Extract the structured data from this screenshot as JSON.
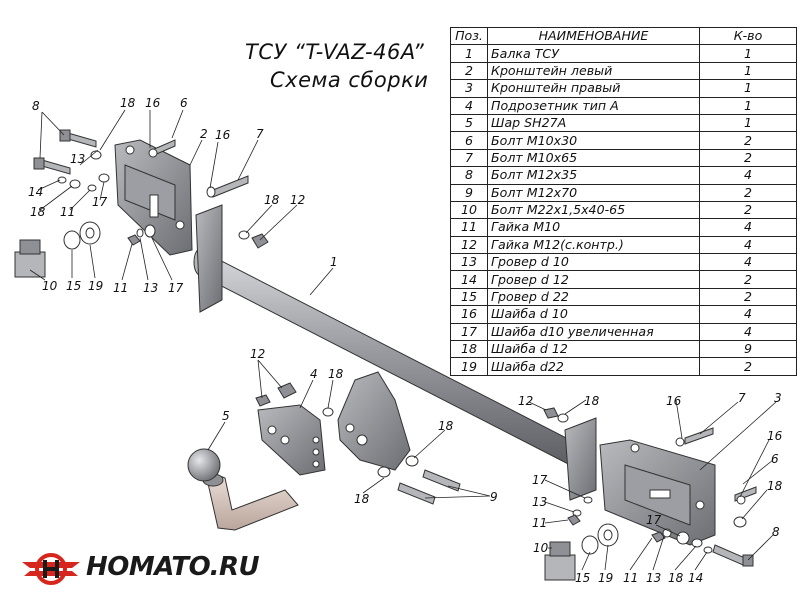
{
  "title": {
    "line1": "ТСУ “T-VAZ-46A”",
    "line2": "Схема сборки"
  },
  "table": {
    "headers": {
      "pos": "Поз.",
      "name": "НАИМЕНОВАНИЕ",
      "qty": "К-во"
    },
    "rows": [
      {
        "pos": "1",
        "name": "Балка ТСУ",
        "qty": "1"
      },
      {
        "pos": "2",
        "name": "Кронштейн левый",
        "qty": "1"
      },
      {
        "pos": "3",
        "name": "Кронштейн правый",
        "qty": "1"
      },
      {
        "pos": "4",
        "name": "Подрозетник тип А",
        "qty": "1"
      },
      {
        "pos": "5",
        "name": "Шар SH27A",
        "qty": "1"
      },
      {
        "pos": "6",
        "name": "Болт М10х30",
        "qty": "2"
      },
      {
        "pos": "7",
        "name": "Болт М10х65",
        "qty": "2"
      },
      {
        "pos": "8",
        "name": "Болт М12х35",
        "qty": "4"
      },
      {
        "pos": "9",
        "name": "Болт М12х70",
        "qty": "2"
      },
      {
        "pos": "10",
        "name": "Болт М22х1,5х40-65",
        "qty": "2"
      },
      {
        "pos": "11",
        "name": "Гайка М10",
        "qty": "4"
      },
      {
        "pos": "12",
        "name": "Гайка М12(с.контр.)",
        "qty": "4"
      },
      {
        "pos": "13",
        "name": "Гровер d 10",
        "qty": "4"
      },
      {
        "pos": "14",
        "name": "Гровер d 12",
        "qty": "2"
      },
      {
        "pos": "15",
        "name": "Гровер d 22",
        "qty": "2"
      },
      {
        "pos": "16",
        "name": "Шайба d 10",
        "qty": "4"
      },
      {
        "pos": "17",
        "name": "Шайба d10 увеличенная",
        "qty": "4"
      },
      {
        "pos": "18",
        "name": "Шайба d 12",
        "qty": "9"
      },
      {
        "pos": "19",
        "name": "Шайба d22",
        "qty": "2"
      }
    ]
  },
  "callouts": [
    {
      "id": "c8a",
      "label": "8"
    },
    {
      "id": "c18a",
      "label": "18"
    },
    {
      "id": "c16a",
      "label": "16"
    },
    {
      "id": "c6a",
      "label": "6"
    },
    {
      "id": "c13a",
      "label": "13"
    },
    {
      "id": "c2",
      "label": "2"
    },
    {
      "id": "c16b",
      "label": "16"
    },
    {
      "id": "c7a",
      "label": "7"
    },
    {
      "id": "c14a",
      "label": "14"
    },
    {
      "id": "c18b",
      "label": "18"
    },
    {
      "id": "c11a",
      "label": "11"
    },
    {
      "id": "c17a",
      "label": "17"
    },
    {
      "id": "c18c",
      "label": "18"
    },
    {
      "id": "c12a",
      "label": "12"
    },
    {
      "id": "c10a",
      "label": "10"
    },
    {
      "id": "c15a",
      "label": "15"
    },
    {
      "id": "c19a",
      "label": "19"
    },
    {
      "id": "c11b",
      "label": "11"
    },
    {
      "id": "c13b",
      "label": "13"
    },
    {
      "id": "c17b",
      "label": "17"
    },
    {
      "id": "c1",
      "label": "1"
    },
    {
      "id": "c12b",
      "label": "12"
    },
    {
      "id": "c4",
      "label": "4"
    },
    {
      "id": "c18d",
      "label": "18"
    },
    {
      "id": "c5",
      "label": "5"
    },
    {
      "id": "c12c",
      "label": "12"
    },
    {
      "id": "c18e",
      "label": "18"
    },
    {
      "id": "c16c",
      "label": "16"
    },
    {
      "id": "c7b",
      "label": "7"
    },
    {
      "id": "c3",
      "label": "3"
    },
    {
      "id": "c18f",
      "label": "18"
    },
    {
      "id": "c16d",
      "label": "16"
    },
    {
      "id": "c6b",
      "label": "6"
    },
    {
      "id": "c18g",
      "label": "18"
    },
    {
      "id": "c9",
      "label": "9"
    },
    {
      "id": "c17c",
      "label": "17"
    },
    {
      "id": "c13c",
      "label": "13"
    },
    {
      "id": "c11c",
      "label": "11"
    },
    {
      "id": "c18h",
      "label": "18"
    },
    {
      "id": "c10b",
      "label": "10"
    },
    {
      "id": "c15b",
      "label": "15"
    },
    {
      "id": "c19b",
      "label": "19"
    },
    {
      "id": "c11d",
      "label": "11"
    },
    {
      "id": "c13d",
      "label": "13"
    },
    {
      "id": "c17d",
      "label": "17"
    },
    {
      "id": "c18i",
      "label": "18"
    },
    {
      "id": "c14b",
      "label": "14"
    },
    {
      "id": "c8b",
      "label": "8"
    }
  ],
  "logo": {
    "text": "HOMATO.RU",
    "colors": {
      "red": "#d7261e",
      "dark": "#1a1a1a"
    }
  },
  "colors": {
    "metal": "#8e9096",
    "metal_light": "#c9cbd0",
    "metal_dark": "#55575c",
    "ball": "#a7a9ad",
    "shank": "#d9c8c0"
  }
}
